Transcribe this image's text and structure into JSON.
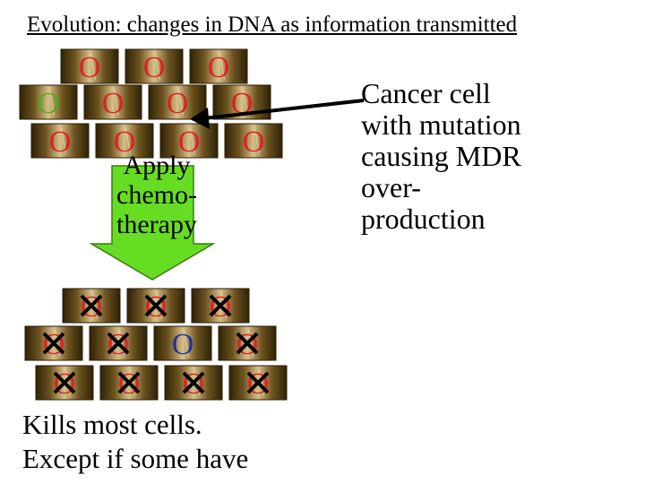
{
  "title": "Evolution: changes in DNA as information transmitted",
  "cell_letter": "O",
  "colors": {
    "normal_cell": "#dd2222",
    "mutated_cell": "#55aa22",
    "resistant_cell": "#223399",
    "dead_mark": "#000000",
    "arrow_fill": "#66dd22",
    "cell_dark": "#3a2a08",
    "cell_light": "#d8c089"
  },
  "top_group": {
    "rows": [
      [
        "normal",
        "normal",
        "normal"
      ],
      [
        "mutated",
        "normal",
        "normal",
        "normal"
      ],
      [
        "normal",
        "normal",
        "normal",
        "normal"
      ]
    ]
  },
  "bottom_group": {
    "rows": [
      [
        "dead",
        "dead",
        "dead"
      ],
      [
        "dead",
        "dead",
        "resistant",
        "dead"
      ],
      [
        "dead",
        "dead",
        "dead",
        "dead"
      ]
    ]
  },
  "cancer_label": [
    "Cancer cell",
    "with mutation",
    "causing MDR",
    "over-",
    "production"
  ],
  "apply_label": [
    "Apply",
    "chemo-",
    "therapy"
  ],
  "kills_label": [
    "Kills most cells.",
    "Except if some have"
  ]
}
